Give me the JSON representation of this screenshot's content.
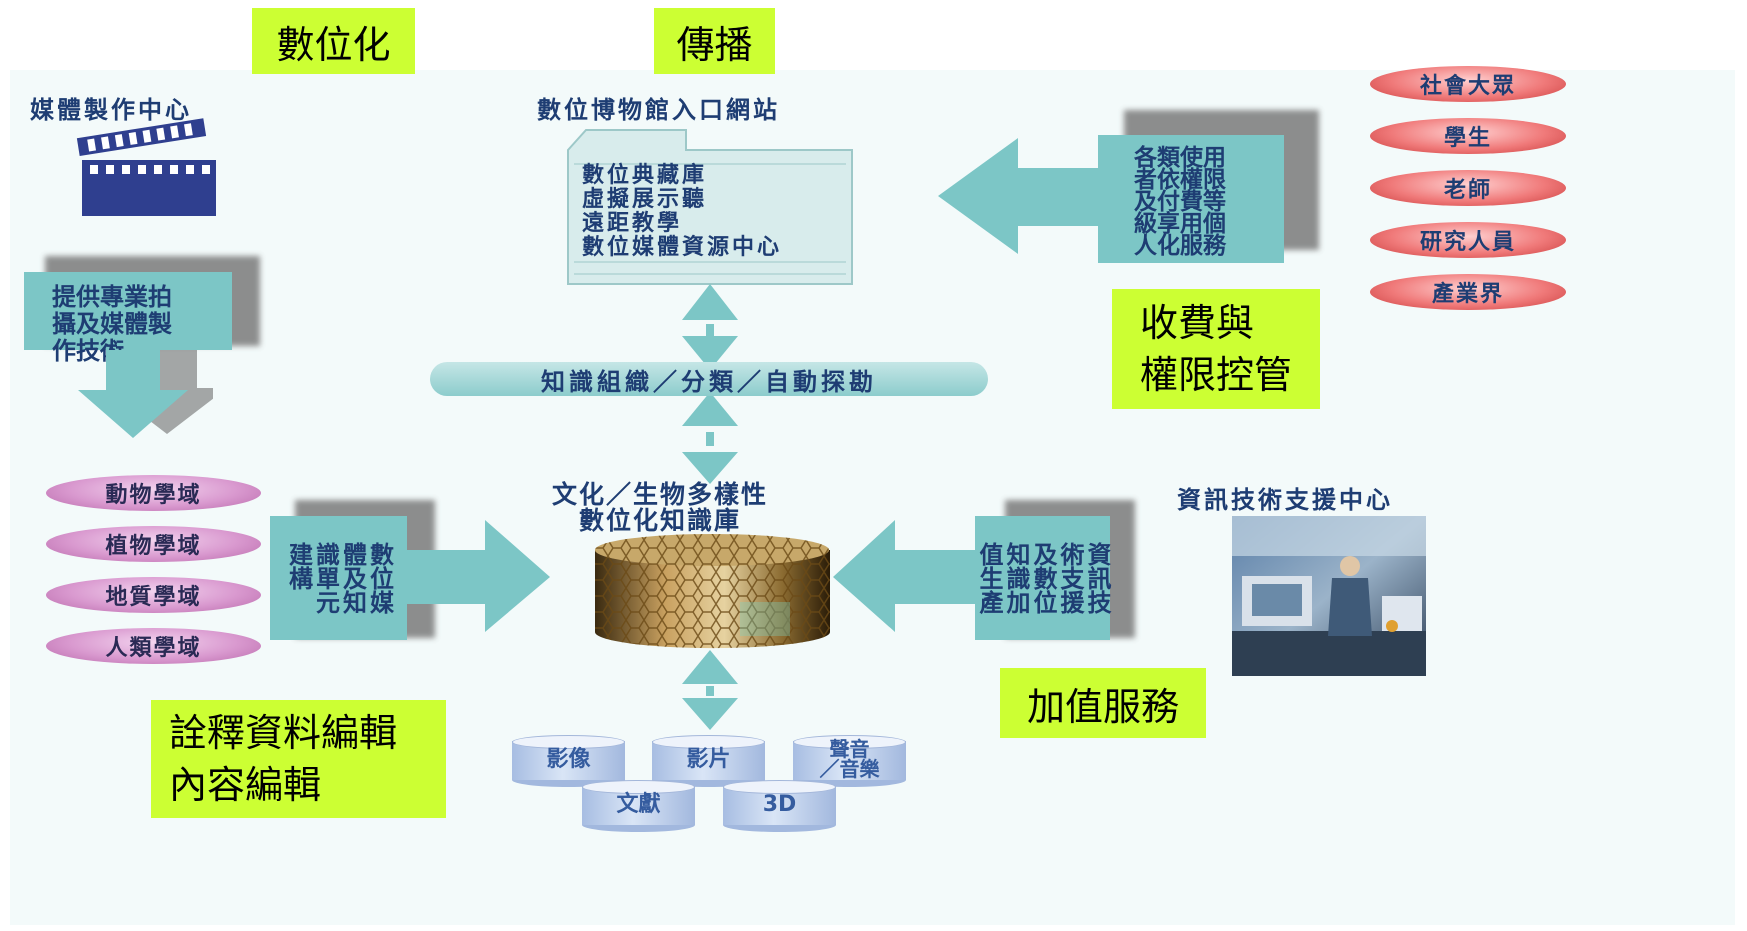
{
  "tags": {
    "digitize": "數位化",
    "disseminate": "傳播",
    "fee_control": "收費與\n權限控管",
    "value_added": "加值服務",
    "metadata_edit": "詮釋資料編輯\n內容編輯"
  },
  "media_center": {
    "title": "媒體製作中心",
    "box": "提供專業拍\n攝及媒體製\n作技術"
  },
  "portal": {
    "title": "數位博物館入口網站",
    "items": "數位典藏庫\n虛擬展示聽\n遠距教學\n數位媒體資源中心"
  },
  "users_box": "各類使用\n者依權限\n及付費等\n級享用個\n人化服務",
  "audience": [
    "社會大眾",
    "學生",
    "老師",
    "研究人員",
    "產業界"
  ],
  "knowledge_bar": "知識組織／分類／自動探勘",
  "knowledge_base": {
    "title": "文化／生物多樣性\n數位化知識庫"
  },
  "domains": [
    "動物學域",
    "植物學域",
    "地質學域",
    "人類學域"
  ],
  "build_box": "數位媒\n體及知\n識單元\n建構",
  "it_center": {
    "title": "資訊技術支援中心",
    "box": "資訊技\n術支援\n及數位\n知識加\n值生產"
  },
  "media_types": [
    "影像",
    "影片",
    "聲音\n／音樂",
    "文獻",
    "3D"
  ],
  "colors": {
    "tag_bg": "#ccff33",
    "teal": "#7cc6c6",
    "navy_text": "#1e3d73",
    "background": "#f3fafa"
  }
}
